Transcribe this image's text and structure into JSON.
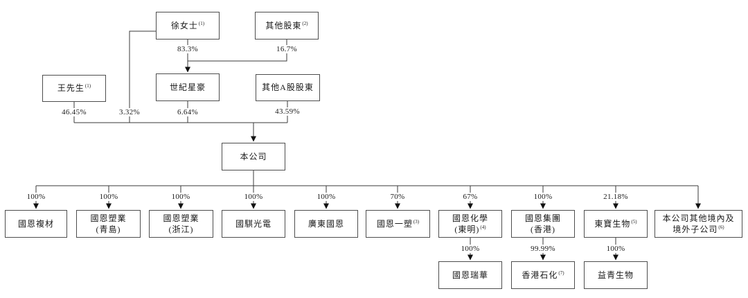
{
  "diagram": {
    "title": "shareholding-structure",
    "nodes": {
      "ms_xu": {
        "line1": "徐女士",
        "note": "(1)"
      },
      "other_shareholders": {
        "line1": "其他股東",
        "note": "(2)"
      },
      "mr_wang": {
        "line1": "王先生",
        "note": "(1)"
      },
      "century_star": {
        "line1": "世紀星豪"
      },
      "other_a_shareholders": {
        "line1": "其他A股股東"
      },
      "company": {
        "line1": "本公司"
      },
      "guoen_composite": {
        "line1": "國恩複材"
      },
      "guoen_plastics_qingdao": {
        "line1": "國恩塑業",
        "line2": "(青島)"
      },
      "guoen_plastics_zhejiang": {
        "line1": "國恩塑業",
        "line2": "(浙江)"
      },
      "guoqi_opto": {
        "line1": "國騏光電"
      },
      "guangdong_guoen": {
        "line1": "廣東國恩"
      },
      "guoen_yisu": {
        "line1": "國恩一塑",
        "note": "(3)"
      },
      "guoen_chemical_dongming": {
        "line1": "國恩化學",
        "line2": "(東明)",
        "note": "(4)"
      },
      "guoen_group_hk": {
        "line1": "國恩集團",
        "line2": "(香港)"
      },
      "dongbao_bio": {
        "line1": "東寶生物",
        "note": "(5)"
      },
      "other_subsidiaries": {
        "line1": "本公司其他境內及",
        "line2": "境外子公司",
        "note": "(6)"
      },
      "guoen_ruihua": {
        "line1": "國恩瑞華"
      },
      "hk_petrochemical": {
        "line1": "香港石化",
        "note": "(7)"
      },
      "yiqing_bio": {
        "line1": "益青生物"
      }
    },
    "percentages": {
      "xu_to_century": "83.3%",
      "others_to_century": "16.7%",
      "wang_to_company": "46.45%",
      "xu_to_company": "3.32%",
      "century_to_company": "6.64%",
      "other_a_to_company": "43.59%",
      "to_composite": "100%",
      "to_qingdao": "100%",
      "to_zhejiang": "100%",
      "to_guoqi": "100%",
      "to_guangdong": "100%",
      "to_yisu": "70%",
      "to_chemical": "67%",
      "to_group_hk": "100%",
      "to_dongbao": "21.18%",
      "to_ruihua": "100%",
      "to_hk_petro": "99.99%",
      "to_yiqing": "100%"
    },
    "line_color": "#3a3a3a"
  }
}
